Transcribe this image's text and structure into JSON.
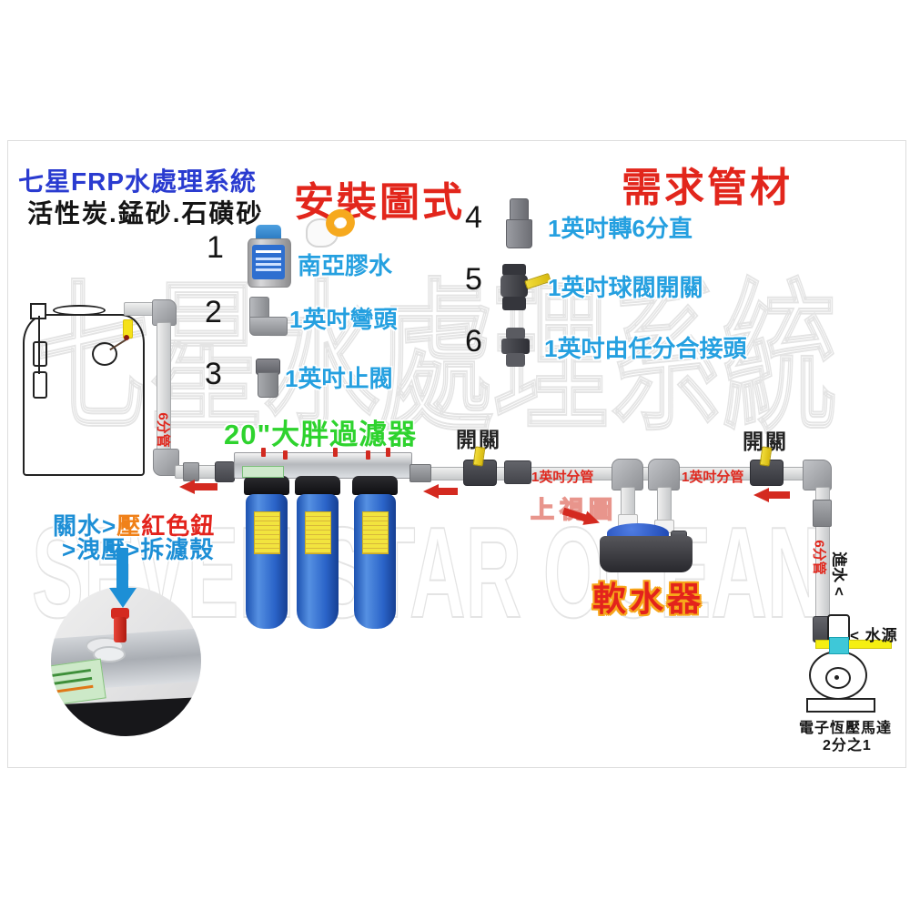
{
  "header": {
    "title": "七星FRP水處理系統",
    "subtitle": "活性炭.錳砂.石磺砂",
    "install_title": "安裝圖式",
    "materials_title": "需求管材"
  },
  "parts": [
    {
      "num": "1",
      "label": "南亞膠水"
    },
    {
      "num": "2",
      "label": "1英吋彎頭"
    },
    {
      "num": "3",
      "label": "1英吋止閥"
    },
    {
      "num": "4",
      "label": "1英吋轉6分直"
    },
    {
      "num": "5",
      "label": "1英吋球閥開關"
    },
    {
      "num": "6",
      "label": "1英吋由任分合接頭"
    }
  ],
  "diagram": {
    "filter_title": "20\"大胖過濾器",
    "switch_left": "開關",
    "switch_right": "開關",
    "left_riser_label": "6分管",
    "main_pipe_label_left": "1英吋分管",
    "main_pipe_label_right": "1英吋分管",
    "right_riser_label": "6分管",
    "inlet_label": "進水 <",
    "top_view": "上視圖",
    "softener": "軟水器",
    "water_source": "< 水源",
    "pump_name": "電子恆壓馬達",
    "pump_spec": "2分之1"
  },
  "instructions": {
    "step1_close": "關水>",
    "step1_press": "壓",
    "step1_button": "紅色鈕",
    "step2": ">洩壓>拆濾殼"
  },
  "watermark": {
    "cn": "七星水處理系統",
    "en": "SEVEN STAR OCEAN"
  },
  "colors": {
    "title_blue": "#2a3bd0",
    "label_blue": "#25a0e0",
    "heading_red": "#e2261c",
    "green": "#2ed32e",
    "orange": "#f08119",
    "arrow_red": "#d42a20",
    "pipe_gray": "#d4d6d8",
    "housing_blue": "#2a63c8",
    "handle_yellow": "#e8cf1e"
  }
}
